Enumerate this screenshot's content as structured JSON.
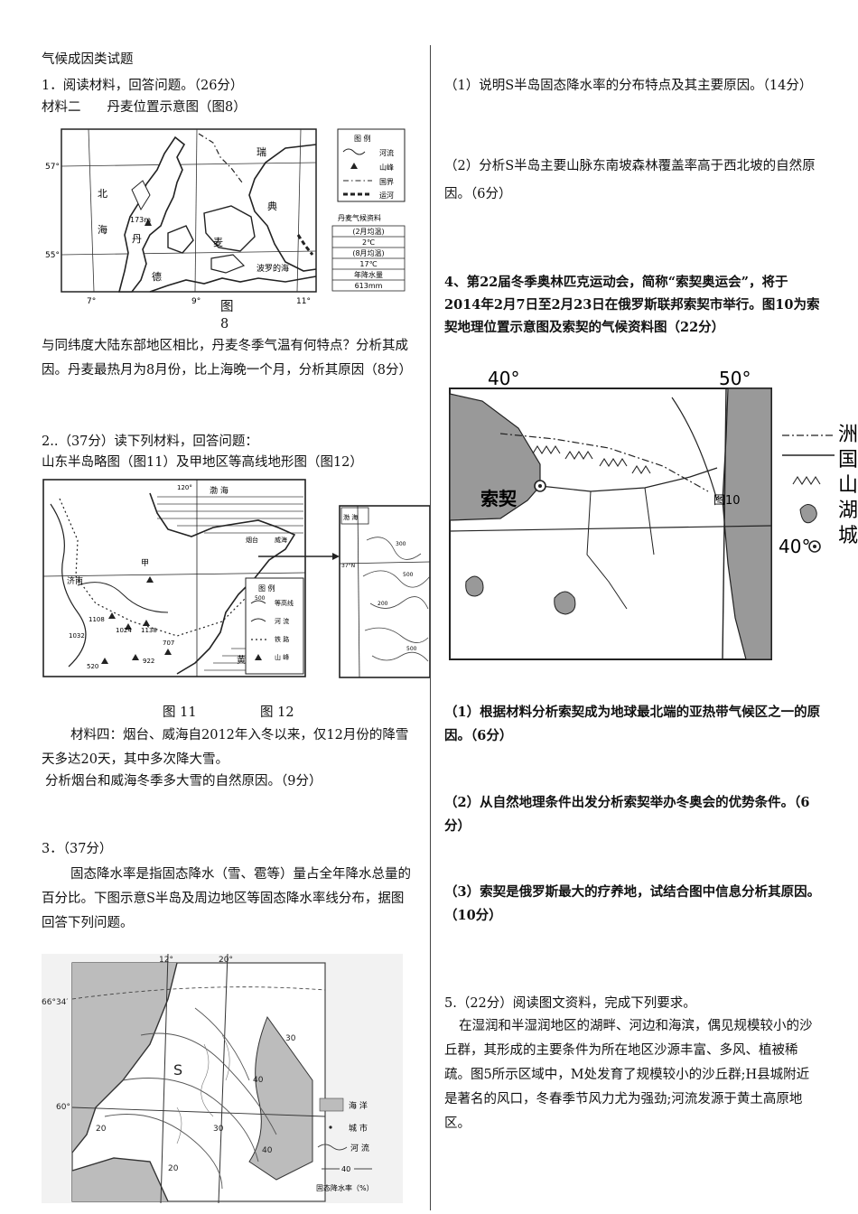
{
  "left": {
    "title": "气候成因类试题",
    "q1": {
      "header": "1．阅读材料，回答问题。（26分）",
      "material": "材料二　　丹麦位置示意图（图8）",
      "map": {
        "lat57": "57°",
        "lat55": "55°",
        "lon7": "7°",
        "lon9": "9°",
        "lon11": "11°",
        "ruidian1": "瑞",
        "ruidian2": "典",
        "north": "北",
        "hai": "海",
        "dan": "丹",
        "mai": "麦",
        "mountain": "173m",
        "baltic": "波罗的海",
        "de": "德",
        "legend_title": "图 例",
        "legend_items": [
          "河流",
          "山峰",
          "国界",
          "运河"
        ],
        "climate_title": "丹麦气候资料",
        "climate_rows": [
          "(2月均温)",
          "2℃",
          "(8月均温)",
          "17℃",
          "年降水量",
          "613mm"
        ],
        "caption1": "图",
        "caption2": "8"
      },
      "question": "与同纬度大陆东部地区相比，丹麦冬季气温有何特点？分析其成因。丹麦最热月为8月份，比上海晚一个月，分析其原因（8分）"
    },
    "q2": {
      "header": "2..（37分）读下列材料，回答问题：",
      "sub": "山东半岛略图（图11）及甲地区等高线地形图（图12）",
      "map": {
        "lon120": "120°",
        "bohai": "渤 海",
        "yantai": "烟台",
        "weihai": "威海",
        "jinan": "济南",
        "huanghai": "黄 海",
        "jia": "甲",
        "lat37": "37°N",
        "peaks": [
          "1108",
          "1024",
          "1032",
          "1138",
          "520",
          "922",
          "707"
        ],
        "legend_title": "图 例",
        "legend_items": [
          "等高线",
          "河 流",
          "铁 路",
          "山 峰"
        ],
        "legend_sample": "500",
        "contours": [
          "300",
          "500",
          "200",
          "500"
        ]
      },
      "captions": [
        "图 11",
        "图 12"
      ],
      "material": "材料四：烟台、威海自2012年入冬以来，仅12月份的降雪天多达20天，其中多次降大雪。",
      "question": "分析烟台和威海冬季多大雪的自然原因。（9分）"
    },
    "q3": {
      "header": "3．（37分）",
      "body": "固态降水率是指固态降水（雪、雹等）量占全年降水总量的百分比。下图示意S半岛及周边地区等固态降水率线分布，据图回答下列问题。",
      "map": {
        "lon12": "12°",
        "lon20": "20°",
        "lat66": "66°34′",
        "lat60": "60°",
        "S": "S",
        "isolines": [
          "30",
          "40",
          "20",
          "40",
          "30",
          "20"
        ],
        "legend": [
          "海 洋",
          "城 市",
          "河 流",
          "固态降水率（%）"
        ],
        "legend_sample": "40"
      }
    }
  },
  "right": {
    "q3_1": "（1）说明S半岛固态降水率的分布特点及其主要原因。（14分）",
    "q3_2": "（2）分析S半岛主要山脉东南坡森林覆盖率高于西北坡的自然原因。（6分）",
    "q4": {
      "intro": "4、第22届冬季奥林匹克运动会，简称“索契奥运会”，将于2014年2月7日至2月23日在俄罗斯联邦索契市举行。图10为索契地理位置示意图及索契的气候资料图（22分）",
      "map": {
        "lon40": "40°",
        "lon50": "50°",
        "lat40": "40°",
        "sochi": "索契",
        "caption": "图10",
        "legend": [
          "洲",
          "国",
          "山",
          "湖",
          "城"
        ]
      },
      "q1": "（1）根据材料分析索契成为地球最北端的亚热带气候区之一的原因。（6分）",
      "q2": "（2）从自然地理条件出发分析索契举办冬奥会的优势条件。（6分）",
      "q3": "（3）索契是俄罗斯最大的疗养地，试结合图中信息分析其原因。（10分）"
    },
    "q5": {
      "header": "5.（22分）阅读图文资料，完成下列要求。",
      "body": "在湿润和半湿润地区的湖畔、河边和海滨，偶见规模较小的沙丘群，其形成的主要条件为所在地区沙源丰富、多风、植被稀疏。图5所示区域中，M处发育了规模较小的沙丘群;H县城附近是著名的风口，冬春季节风力尤为强劲;河流发源于黄土高原地区。"
    }
  }
}
